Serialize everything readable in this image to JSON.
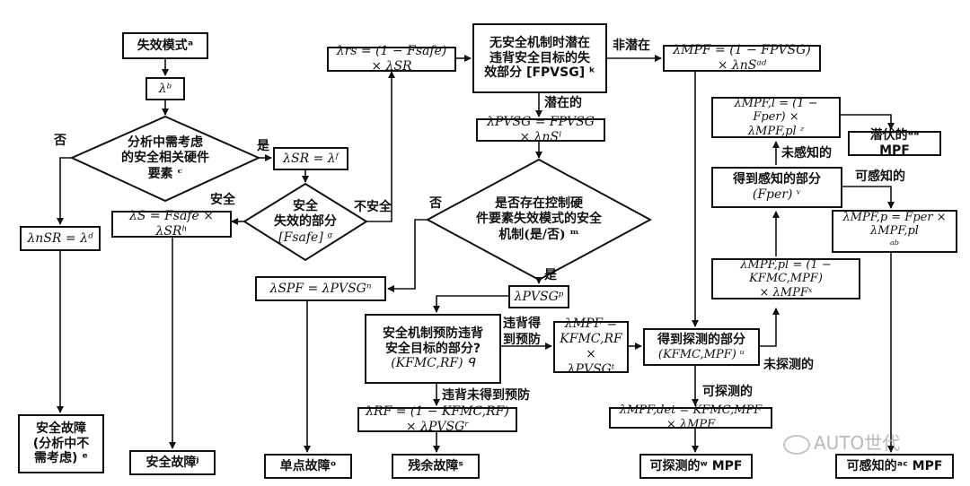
{
  "nodes": {
    "failure_mode": "失效模式ᵃ",
    "lambda_b": "λᵇ",
    "d_hw_relevant": [
      "分析中需考虑",
      "的安全相关硬件",
      "要素 ᶜ"
    ],
    "lambda_sr": "λSR = λᶠ",
    "d_safe_fraction": [
      "安全",
      "失效的部分",
      "[Fsafe] ᵍ"
    ],
    "lambda_nsr": "λnSR = λᵈ",
    "lambda_s": "λS = Fsafe × λSRʰ",
    "lambda_rs": "λrs = (1 − Fsafe) × λSR",
    "no_safety_mech": [
      "无安全机制时潜在",
      "违背安全目标的失",
      "效部分 [FPVSG] ᵏ"
    ],
    "lambda_mpf_top": "λMPF = (1 − FPVSG) × λnSᵃᵈ",
    "lambda_pvsg_top": "λPVSG = FPVSG × λnSˡ",
    "d_mechanism": [
      "是否存在控制硬",
      "件要素失效模式的安全",
      "机制(是/否) ᵐ"
    ],
    "lambda_spf": "λSPF = λPVSGⁿ",
    "lambda_pvsg_p": "λPVSGᵖ",
    "prevent_fraction": [
      "安全机制预防违背",
      "安全目标的部分?",
      "(KFMC,RF) ᑫ"
    ],
    "lambda_mpf_k": [
      "λMPF =",
      "KFMC,RF ×",
      "λPVSGᵗ"
    ],
    "lambda_rf": "λRF = (1 − KFMC,RF) × λPVSGʳ",
    "detected_fraction": [
      "得到探测的部分",
      "(KFMC,MPF) ᵘ"
    ],
    "lambda_mpf_det": "λMPF,det = KFMC,MPF × λMPF",
    "lambda_mpf_pl": [
      "λMPF,pl = (1 − KFMC,MPF)",
      "× λMPFˣ"
    ],
    "perceived_fraction": [
      "得到感知的部分",
      "(Fper) ᵛ"
    ],
    "lambda_mpf_latent": [
      "λMPF,l = (1 − Fper) ×",
      "λMPF,pl ᶻ"
    ],
    "lambda_mpf_p": [
      "λMPF,p = Fper × λMPF,pl",
      "ᵃᵇ"
    ],
    "safe_fault_not_considered": [
      "安全故障",
      "(分析中不",
      "需考虑) ᵉ"
    ],
    "safe_fault": "安全故障ʲ",
    "single_point_fault": "单点故障ᵒ",
    "residual_fault": "残余故障ˢ",
    "detectable_mpf": "可探测的ʷ MPF",
    "latent_mpf": "潜伏的ᵃᵃ MPF",
    "perceivable_mpf": "可感知的ᵃᶜ MPF"
  },
  "labels": {
    "no_left": "否",
    "yes_right": "是",
    "safe": "安全",
    "unsafe": "不安全",
    "non_latent": "非潜在",
    "latent": "潜在的",
    "no_mechanism": "否",
    "yes_mechanism": "是",
    "prevented": [
      "违背得",
      "到预防"
    ],
    "not_prevented": "违背未得到预防",
    "not_detected": "未探测的",
    "detectable": "可探测的",
    "not_perceived": "未感知的",
    "perceivable": "可感知的"
  },
  "watermark": "AUTO世代"
}
